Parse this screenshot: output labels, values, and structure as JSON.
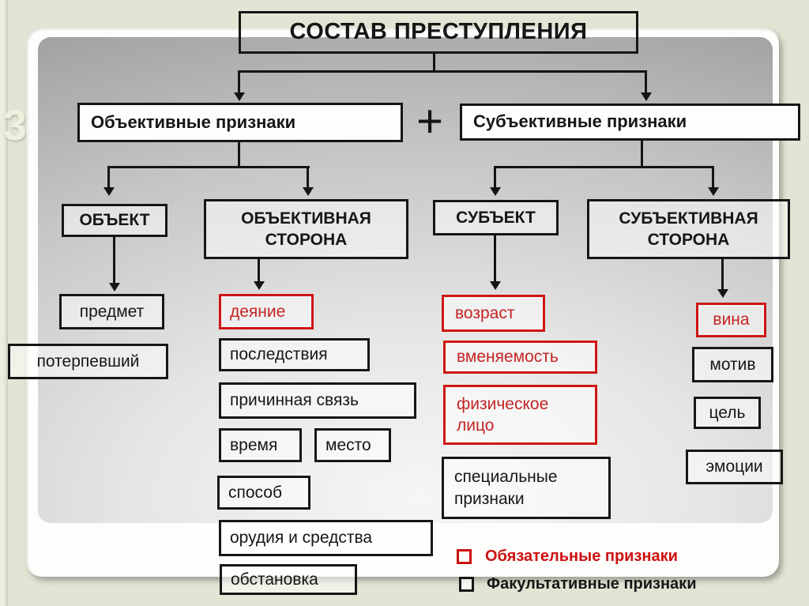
{
  "slide_number": "3",
  "title": "СОСТАВ ПРЕСТУПЛЕНИЯ",
  "plus": "+",
  "branches": {
    "objective": "Объективные признаки",
    "subjective": "Субъективные признаки"
  },
  "groups": {
    "object": "ОБЪЕКТ",
    "objective_side": "ОБЪЕКТИВНАЯ СТОРОНА",
    "subject": "СУБЪЕКТ",
    "subjective_side": "СУБЪЕКТИВНАЯ СТОРОНА"
  },
  "object_children": {
    "predmet": "предмет",
    "poterpevshiy": "потерпевший"
  },
  "objective_side_children": {
    "deyanie": "деяние",
    "posledstviya": "последствия",
    "prichinnaya_svyaz": "причинная связь",
    "vremya": "время",
    "mesto": "место",
    "sposob": "способ",
    "orudiya_i_sredstva": "орудия и средства",
    "obstanovka": "обстановка"
  },
  "subject_children": {
    "vozrast": "возраст",
    "vmenyaemost": "вменяемость",
    "fizicheskoe_litso": "физическое лицо",
    "spetsialnye_priznaki": "специальные признаки"
  },
  "subjective_side_children": {
    "vina": "вина",
    "motiv": "мотив",
    "tsel": "цель",
    "emotsii": "эмоции"
  },
  "legend": {
    "mandatory": "Обязательные признаки",
    "optional": "Факультативные признаки"
  },
  "colors": {
    "mandatory_red": "#cc1111",
    "optional_black": "#161616",
    "line": "#141414",
    "background": "#e3e4d3"
  }
}
